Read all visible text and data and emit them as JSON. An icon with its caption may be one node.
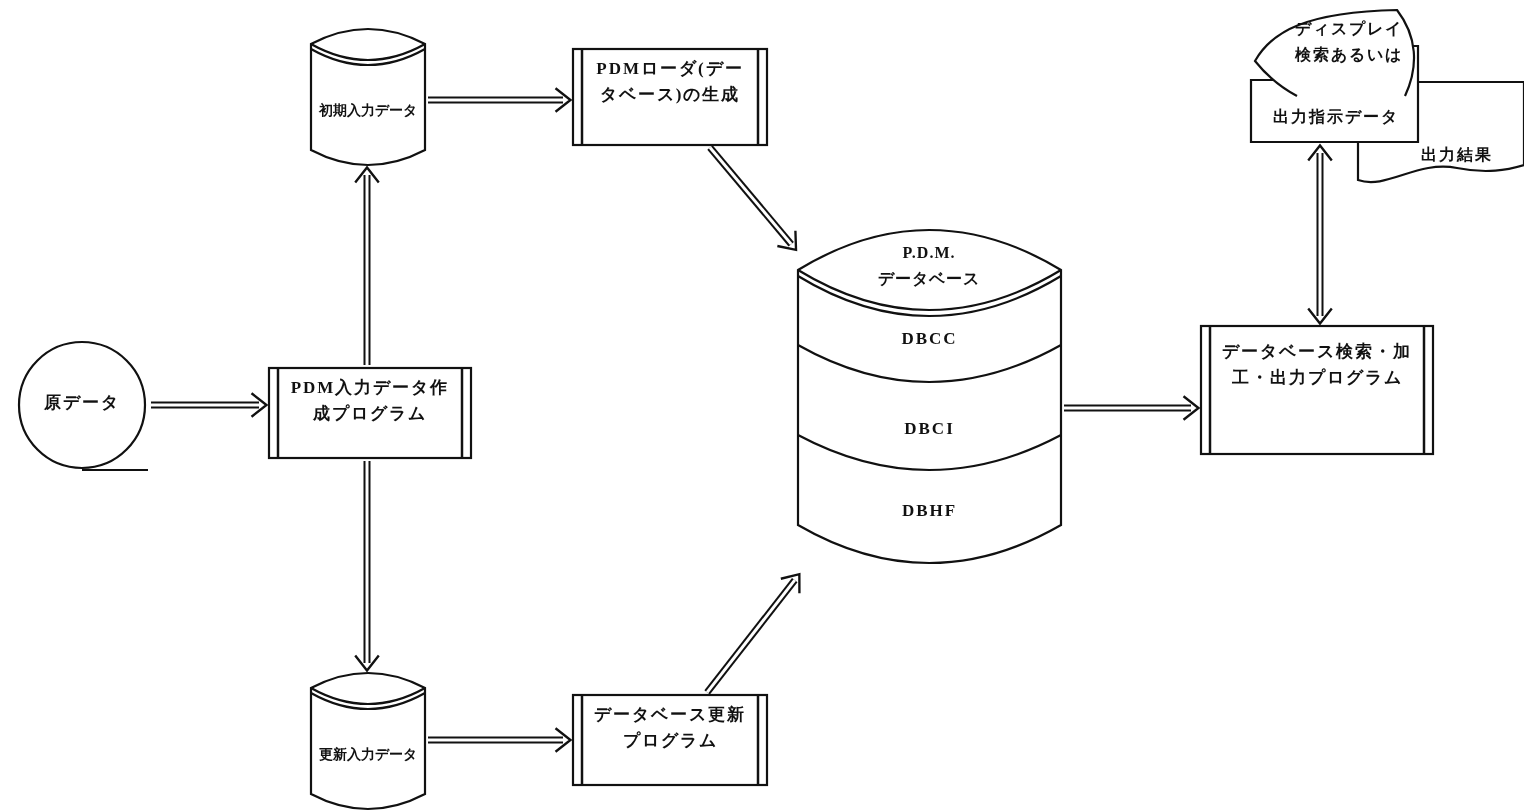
{
  "diagram": {
    "nodes": [
      {
        "text": [
          "原データ"
        ]
      },
      {
        "text": [
          "PDM入力データ作成プログラム"
        ]
      },
      {
        "text": [
          "初期入力データ"
        ]
      },
      {
        "text": [
          "PDMローダ(データベース)の生成"
        ]
      },
      {
        "text": [
          "P.D.M. データベース",
          "DBCC",
          "DBCI",
          "DBHF"
        ]
      },
      {
        "text": [
          "更新入力データ"
        ]
      },
      {
        "text": [
          "データベース更新プログラム"
        ]
      },
      {
        "text": [
          "データベース検索・加工・出力プログラム"
        ]
      },
      {
        "text": [
          "ディスプレイ検索あるいは"
        ]
      },
      {
        "text": [
          "出力指示データ"
        ]
      },
      {
        "text": [
          "出力結果"
        ]
      }
    ],
    "edges": [
      {
        "from": 0,
        "to": 1,
        "arrow": "to"
      },
      {
        "from": 1,
        "to": 2,
        "arrow": "to"
      },
      {
        "from": 1,
        "to": 5,
        "arrow": "to"
      },
      {
        "from": 2,
        "to": 3,
        "arrow": "to"
      },
      {
        "from": 3,
        "to": 4,
        "arrow": "to"
      },
      {
        "from": 5,
        "to": 6,
        "arrow": "to"
      },
      {
        "from": 6,
        "to": 4,
        "arrow": "to"
      },
      {
        "from": 4,
        "to": 7,
        "arrow": "to"
      },
      {
        "from": 7,
        "to": 9,
        "arrow": "both"
      }
    ]
  }
}
